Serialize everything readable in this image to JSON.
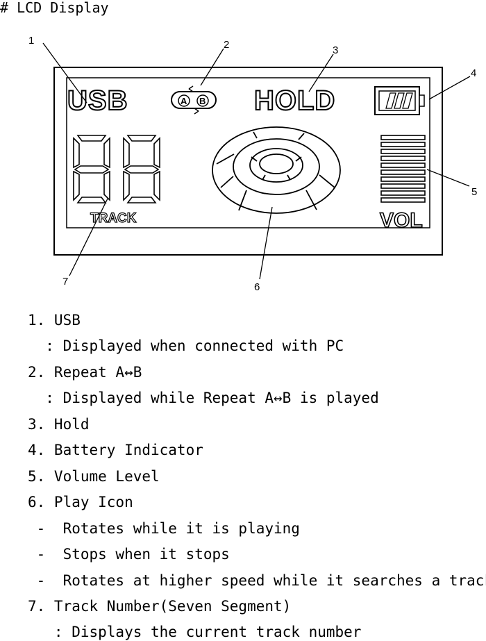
{
  "doc": {
    "heading": "# LCD Display"
  },
  "diagram": {
    "callouts": [
      "1",
      "2",
      "3",
      "4",
      "5",
      "6",
      "7"
    ],
    "lcd_texts": {
      "usb": "USB",
      "repeat_a": "A",
      "repeat_b": "B",
      "hold": "HOLD",
      "vol": "VOL",
      "track": "TRACK"
    }
  },
  "items": [
    {
      "text": "1. USB"
    },
    {
      "text": "  : Displayed when connected with PC"
    },
    {
      "text": "2. Repeat A↔B"
    },
    {
      "text": "  : Displayed while Repeat A↔B is played"
    },
    {
      "text": "3. Hold"
    },
    {
      "text": "4. Battery Indicator"
    },
    {
      "text": "5. Volume Level"
    },
    {
      "text": "6. Play Icon"
    },
    {
      "text": " -  Rotates while it is playing"
    },
    {
      "text": " -  Stops when it stops"
    },
    {
      "text": " -  Rotates at higher speed while it searches a track"
    },
    {
      "text": "7. Track Number(Seven Segment)"
    },
    {
      "text": "   : Displays the current track number"
    }
  ]
}
